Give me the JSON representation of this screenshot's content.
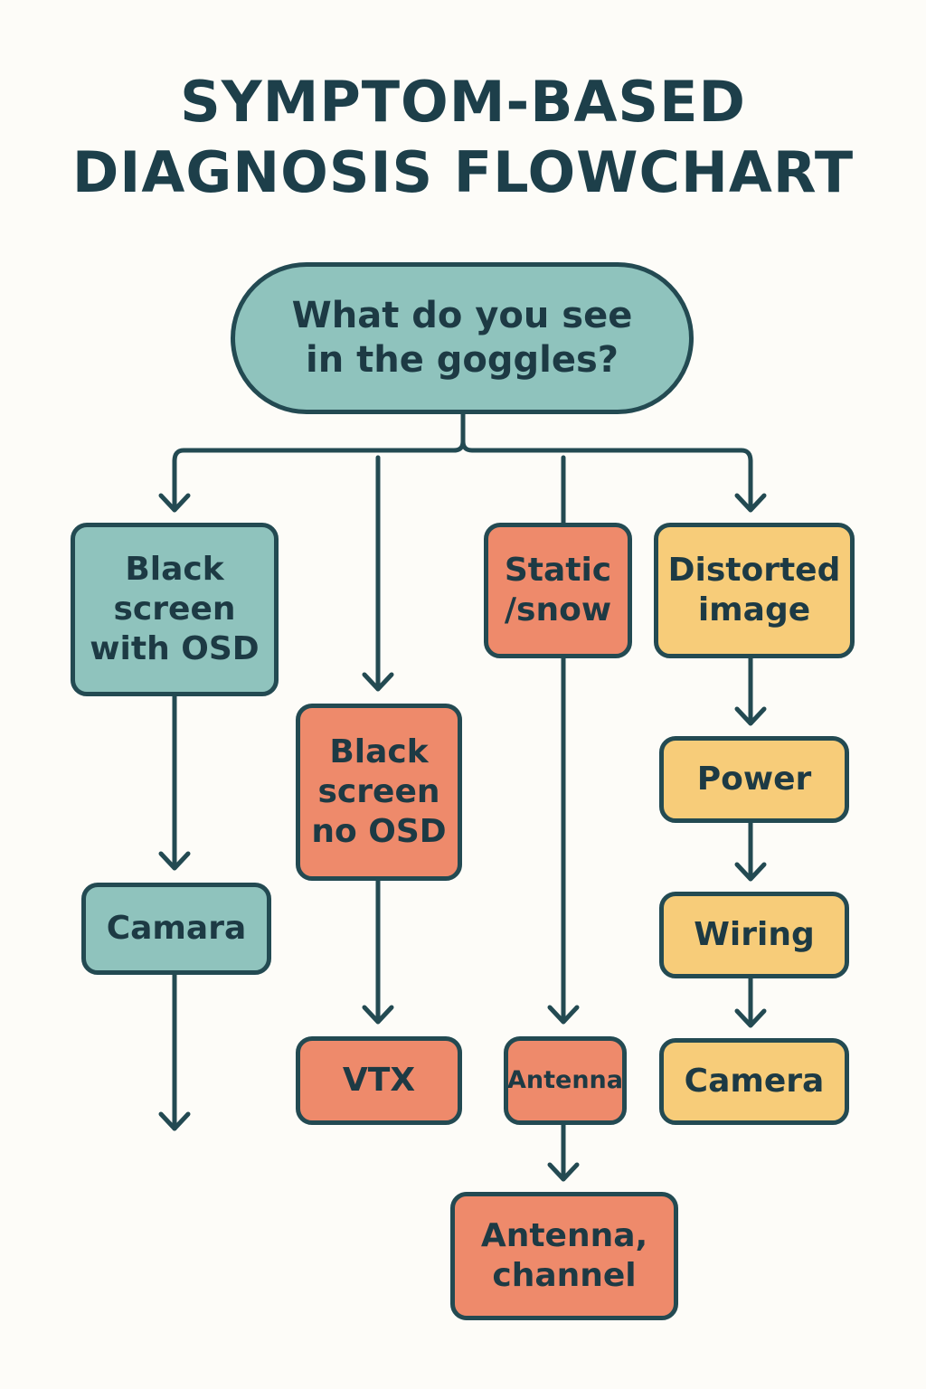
{
  "title": {
    "line1": "SYMPTOM-BASED",
    "line2": "DIAGNOSIS FLOWCHART"
  },
  "nodes": {
    "start": {
      "line1": "What do you see",
      "line2": "in the goggles?"
    },
    "black_osd": {
      "line1": "Black",
      "line2": "screen",
      "line3": "with OSD"
    },
    "camara": {
      "label": "Camara"
    },
    "black_no_osd": {
      "line1": "Black",
      "line2": "screen",
      "line3": "no OSD"
    },
    "vtx": {
      "label": "VTX"
    },
    "static_snow": {
      "line1": "Static",
      "line2": "/snow"
    },
    "antenna": {
      "label": "Antenna"
    },
    "antenna_channel": {
      "line1": "Antenna,",
      "line2": "channel"
    },
    "distorted": {
      "line1": "Distorted",
      "line2": "image"
    },
    "power": {
      "label": "Power"
    },
    "wiring": {
      "label": "Wiring"
    },
    "camera": {
      "label": "Camera"
    }
  },
  "colors": {
    "teal": "#8fc3bd",
    "coral": "#ee8a6b",
    "yellow": "#f7cc79",
    "outline": "#234a52",
    "text": "#1d3a44"
  }
}
